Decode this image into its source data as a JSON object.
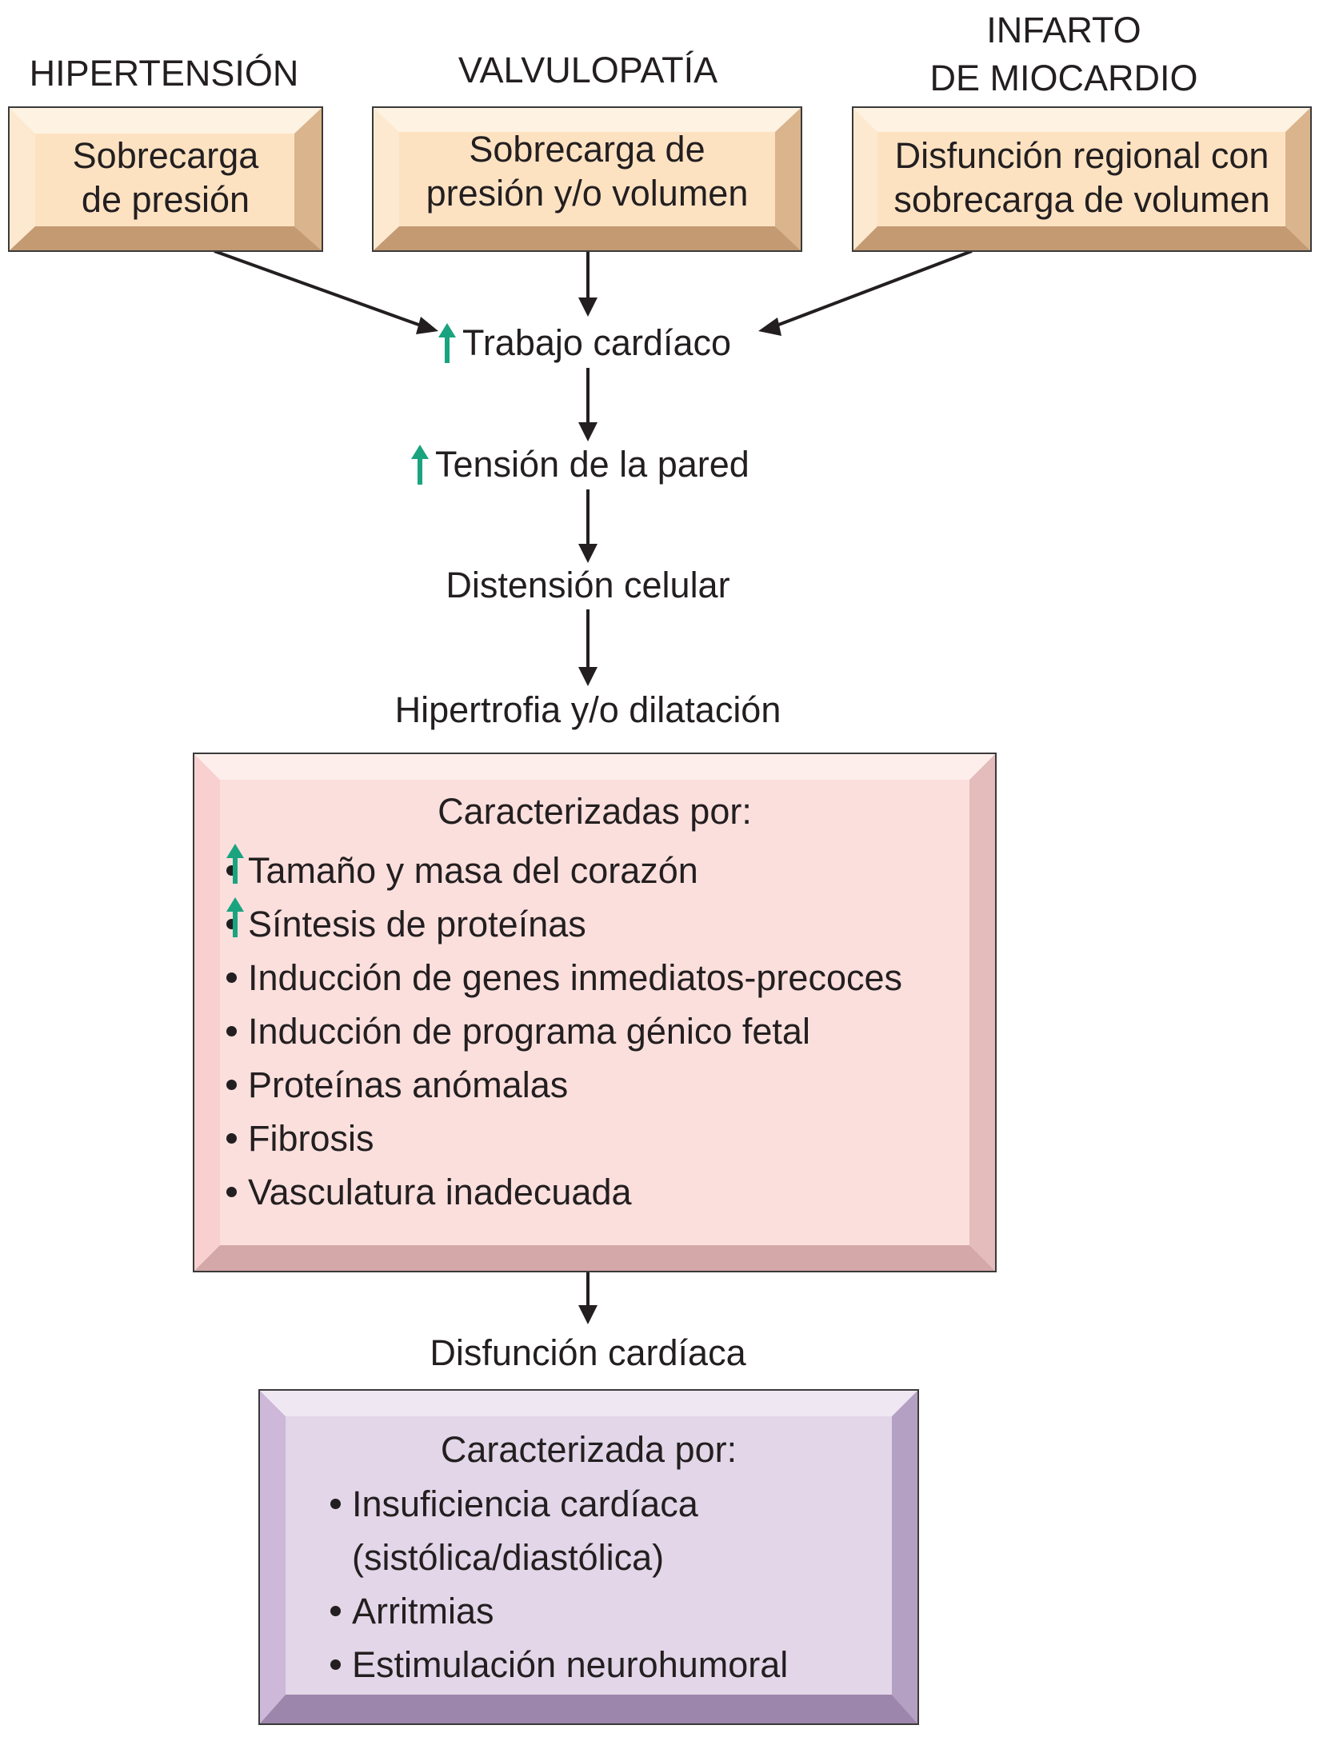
{
  "causes": [
    {
      "title": "HIPERTENSIÓN",
      "box_line1": "Sobrecarga",
      "box_line2": "de presión"
    },
    {
      "title": "VALVULOPATÍA",
      "box_line1": "Sobrecarga de",
      "box_line2": "presión y/o volumen"
    },
    {
      "title_line1": "INFARTO",
      "title_line2": "DE MIOCARDIO",
      "box_line1": "Disfunción regional con",
      "box_line2": "sobrecarga de volumen"
    }
  ],
  "flow": {
    "work": "Trabajo cardíaco",
    "wall": "Tensión de la pared",
    "stretch": "Distensión celular",
    "hypertrophy": "Hipertrofia y/o dilatación",
    "dysfunction": "Disfunción cardíaca"
  },
  "hypertrophy_box": {
    "title": "Caracterizadas por:",
    "items": [
      {
        "text": "Tamaño y masa del corazón",
        "increase": true
      },
      {
        "text": "Síntesis de proteínas",
        "increase": true
      },
      {
        "text": "Inducción de genes inmediatos-precoces",
        "increase": false
      },
      {
        "text": "Inducción de programa génico fetal",
        "increase": false
      },
      {
        "text": "Proteínas anómalas",
        "increase": false
      },
      {
        "text": "Fibrosis",
        "increase": false
      },
      {
        "text": "Vasculatura inadecuada",
        "increase": false
      }
    ]
  },
  "dysfunction_box": {
    "title": "Caracterizada por:",
    "items": [
      {
        "text": "Insuficiencia cardíaca",
        "continuation": "(sistólica/diastólica)"
      },
      {
        "text": "Arritmias"
      },
      {
        "text": "Estimulación neurohumoral"
      }
    ]
  },
  "colors": {
    "cause_face": "#fde2c2",
    "cause_bevel_light": "#fef2e2",
    "cause_bevel_dark": "#c49a72",
    "hyper_face": "#fbdfdd",
    "hyper_bevel_light": "#fdeeec",
    "hyper_bevel_dark": "#d4a7a8",
    "dys_face": "#e2d6e8",
    "dys_bevel_light": "#efe8f2",
    "dys_bevel_dark": "#9d86ab",
    "increase_arrow": "#1aa37f",
    "line": "#231f20"
  }
}
